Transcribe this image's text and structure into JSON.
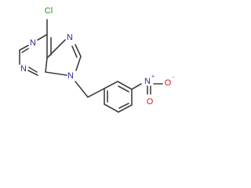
{
  "molecule": {
    "atoms": {
      "cl": "Cl",
      "n1": "N",
      "n3": "N",
      "n7": "N",
      "n9": "N",
      "n_nitro": "N",
      "o_nitro_minus": "O",
      "o_nitro_double": "O",
      "n_plus_charge": "+",
      "o_minus_charge": "-"
    },
    "colors": {
      "bond": "#404040",
      "carbon_skeleton": "#404040",
      "nitrogen": "#2a2aa8",
      "chlorine": "#2e8b2e",
      "oxygen": "#cc2020"
    }
  }
}
